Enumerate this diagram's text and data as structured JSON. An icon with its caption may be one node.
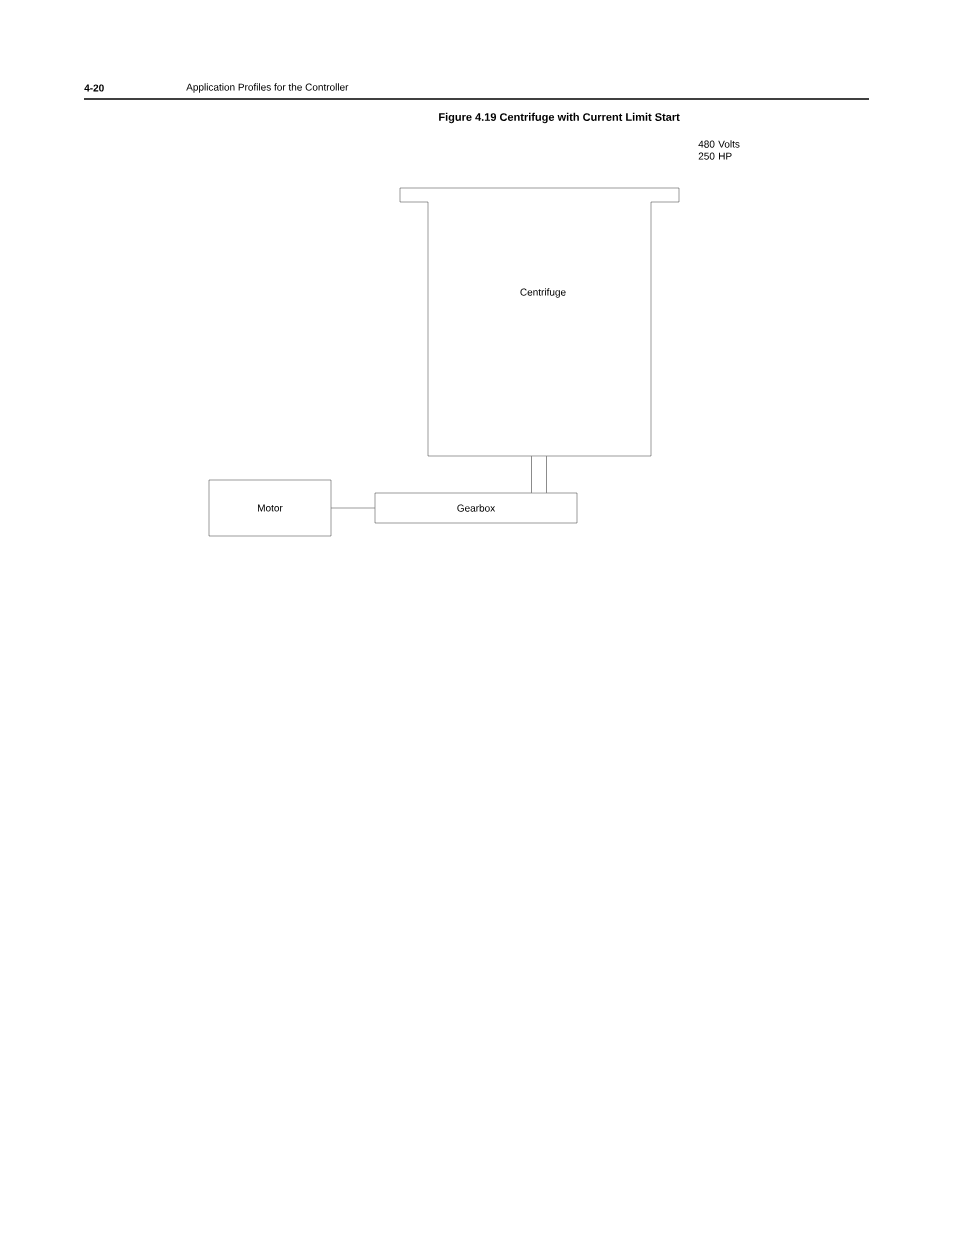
{
  "diagram": {
    "title": "Figure 4.19 Centrifuge with Current Limit Start",
    "nodes": [
      {
        "text": [
          "Centrifuge"
        ]
      },
      {
        "text": [
          "Motor"
        ]
      },
      {
        "text": [
          "Gearbox"
        ]
      }
    ],
    "edges": [
      {
        "from": 1,
        "to": 2,
        "arrow": "none"
      },
      {
        "from": 2,
        "to": 0,
        "arrow": "none",
        "style": "thick"
      }
    ],
    "labels": [
      "4-20",
      "Application Profiles for the Controller",
      "480 Volts 250 HP"
    ]
  }
}
